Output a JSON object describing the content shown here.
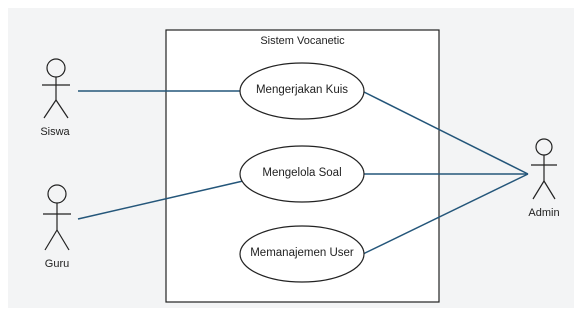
{
  "system": {
    "title": "Sistem Vocanetic"
  },
  "actors": {
    "siswa": "Siswa",
    "guru": "Guru",
    "admin": "Admin"
  },
  "use_cases": {
    "kuis": "Mengerjakan Kuis",
    "soal": "Mengelola Soal",
    "user": "Memanajemen User"
  },
  "colors": {
    "line": "#24567a",
    "stroke": "#222222",
    "panel": "#f3f4f5"
  }
}
